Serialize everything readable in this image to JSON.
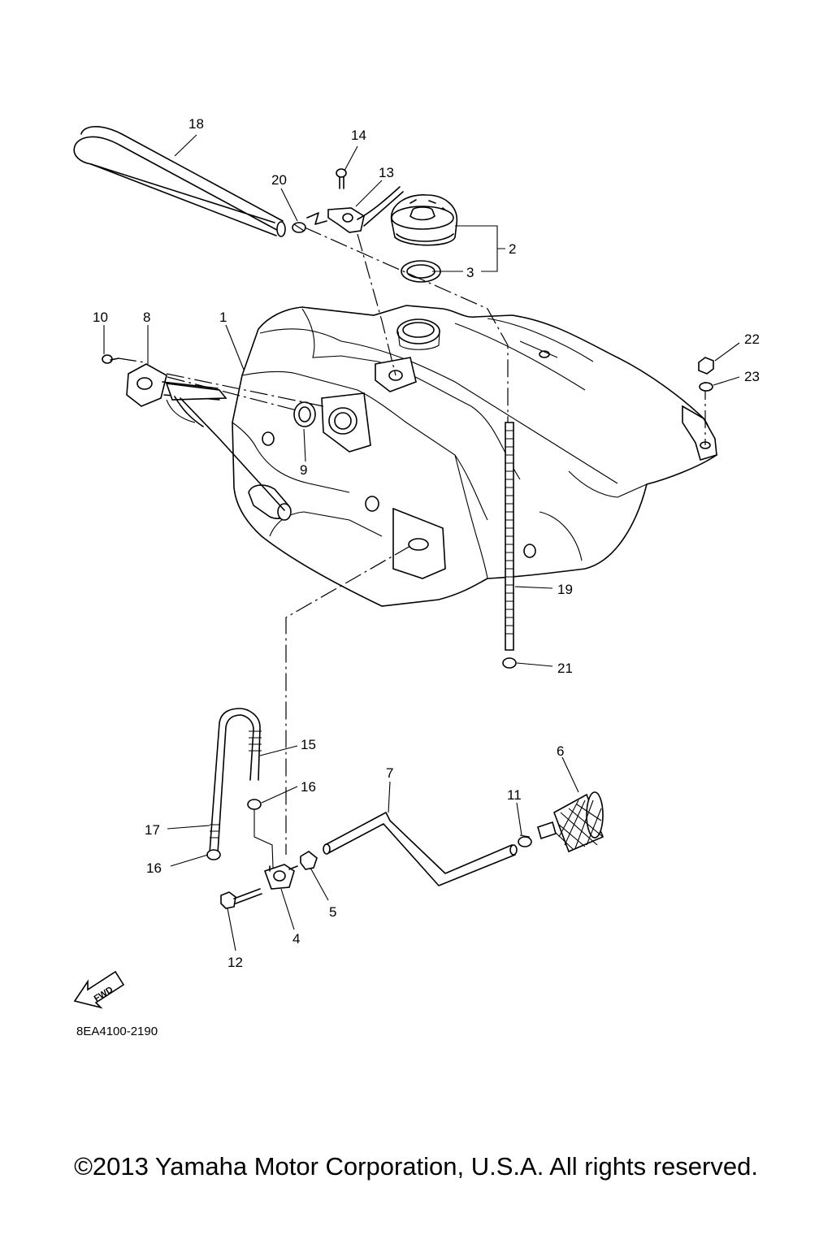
{
  "diagram": {
    "callouts": [
      "18",
      "14",
      "20",
      "13",
      "2",
      "3",
      "10",
      "8",
      "1",
      "22",
      "23",
      "9",
      "19",
      "21",
      "15",
      "16",
      "6",
      "7",
      "11",
      "17",
      "16",
      "5",
      "4",
      "12"
    ],
    "fwd_label": "FWD",
    "drawing_code": "8EA4100-2190"
  },
  "footer": {
    "copyright": "©2013 Yamaha Motor Corporation, U.S.A. All rights reserved."
  }
}
